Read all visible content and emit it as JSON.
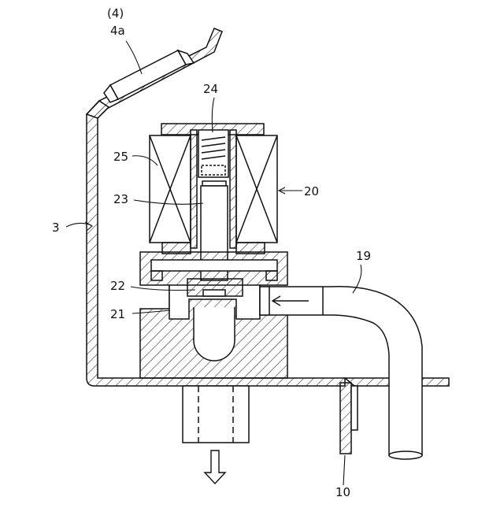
{
  "labels": {
    "housing_group": "(4)",
    "sensor": "4a",
    "spring": "24",
    "coil_left": "25",
    "coil": "20",
    "plunger": "23",
    "casing": "3",
    "inlet_pipe": "19",
    "valve_disc": "22",
    "valve_seat": "21",
    "base_plate": "10"
  }
}
